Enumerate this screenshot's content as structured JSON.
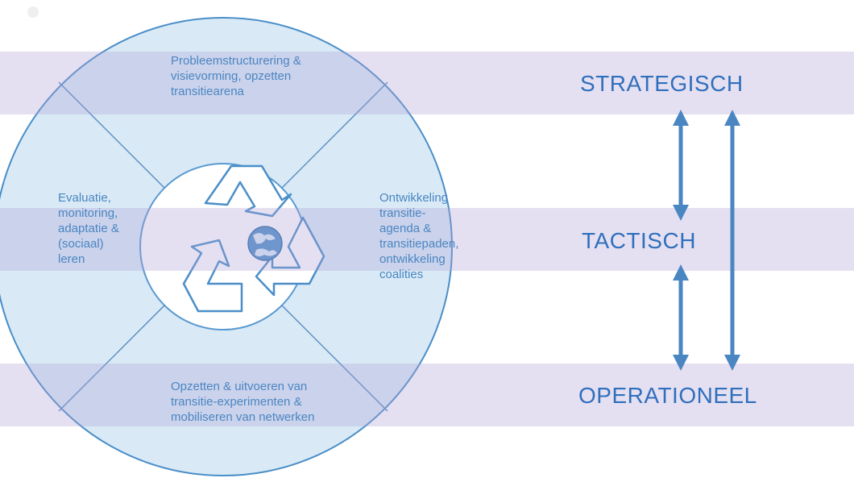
{
  "diagram": {
    "segments": {
      "top": "Probleemstructurering &\nvisievorming, opzetten\ntransitiearena",
      "left": "Evaluatie,\nmonitoring,\nadaptatie &\n(sociaal)\nleren",
      "right": "Ontwikkeling\ntransitie-\nagenda &\ntransitiepaden,\nontwikkeling\ncoalities",
      "bottom": "Opzetten & uitvoeren van\ntransitie-experimenten &\nmobiliseren van netwerken"
    },
    "levels": {
      "strategic": "STRATEGISCH",
      "tactical": "TACTISCH",
      "operational": "OPERATIONEEL"
    },
    "center_icon": "recycle-globe-icon",
    "colors": {
      "circle_fill": "#d9eaf6",
      "circle_stroke": "#4a8ec8",
      "band": "#b0a0d4",
      "segment_text": "#4a86c2",
      "level_text": "#2f6fbd",
      "arrow": "#4a86c2"
    }
  }
}
